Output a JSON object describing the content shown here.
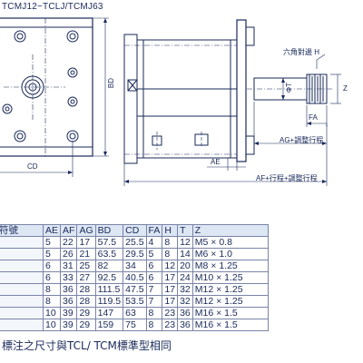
{
  "title": "TCMJ12~TCLJ/TCMJ63",
  "labels": {
    "bd": "BD",
    "cd": "CD",
    "hex_label": "六角對邊 H",
    "phi_t": "ΦT",
    "z": "Z",
    "fa": "FA",
    "ag": "AG+調整行程",
    "ae": "AE",
    "af": "AF+行程+調整行程"
  },
  "table": {
    "headers": [
      "符號",
      "AE",
      "AF",
      "AG",
      "BD",
      "CD",
      "FA",
      "H",
      "T",
      "Z"
    ],
    "rows": [
      [
        "",
        "5",
        "22",
        "17",
        "57.5",
        "25.5",
        "4",
        "8",
        "12",
        "M5 × 0.8"
      ],
      [
        "",
        "5",
        "26",
        "21",
        "63.5",
        "29.5",
        "5",
        "8",
        "14",
        "M6 × 1.0"
      ],
      [
        "",
        "6",
        "31",
        "25",
        "82",
        "34",
        "6",
        "12",
        "20",
        "M8 × 1.25"
      ],
      [
        "",
        "6",
        "33",
        "27",
        "92.5",
        "40.5",
        "6",
        "17",
        "24",
        "M10 × 1.25"
      ],
      [
        "",
        "8",
        "36",
        "28",
        "111.5",
        "47.5",
        "7",
        "17",
        "32",
        "M12 × 1.25"
      ],
      [
        "",
        "8",
        "36",
        "28",
        "119.5",
        "53.5",
        "7",
        "17",
        "32",
        "M12 × 1.25"
      ],
      [
        "",
        "10",
        "39",
        "29",
        "147",
        "63",
        "8",
        "23",
        "36",
        "M16 × 1.5"
      ],
      [
        "",
        "10",
        "39",
        "29",
        "159",
        "75",
        "8",
        "23",
        "36",
        "M16 × 1.5"
      ]
    ]
  },
  "footnote": "標注之尺寸與TCL/ TCM標準型相同"
}
